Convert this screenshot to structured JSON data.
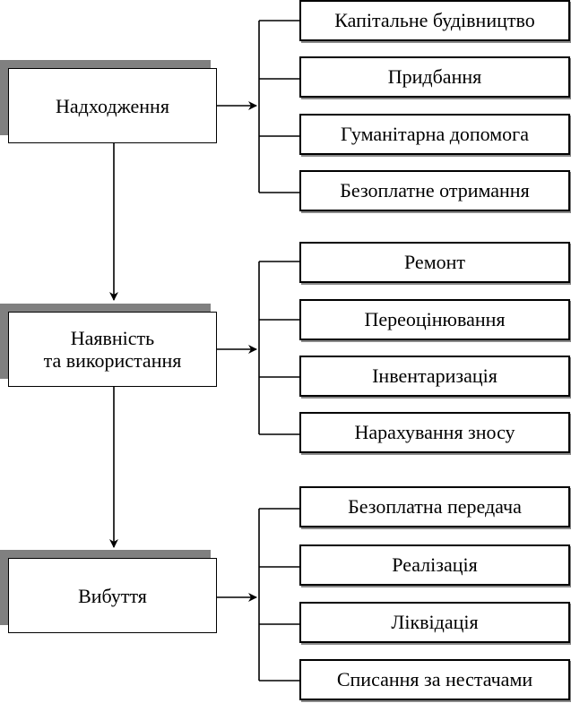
{
  "groups": [
    {
      "main": [
        "Надходження"
      ],
      "items": [
        "Капітальне будівництво",
        "Придбання",
        "Гуманітарна допомога",
        "Безоплатне отримання"
      ]
    },
    {
      "main": [
        "Наявність",
        "та використання"
      ],
      "items": [
        "Ремонт",
        "Переоцінювання",
        "Інвентаризація",
        "Нарахування зносу"
      ]
    },
    {
      "main": [
        "Вибуття"
      ],
      "items": [
        "Безоплатна передача",
        "Реалізація",
        "Ліквідація",
        "Списання за нестачами"
      ]
    }
  ]
}
